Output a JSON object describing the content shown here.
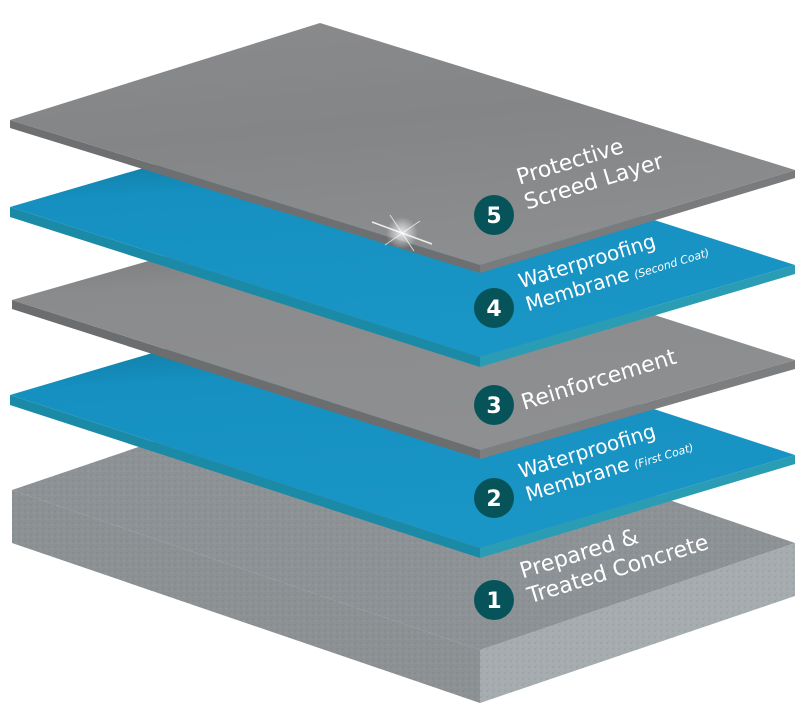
{
  "diagram": {
    "title": "Waterproofing system layers",
    "colors": {
      "badge": "#06545a",
      "gray_top": "#858688",
      "gray_side": "#6e6f71",
      "blue_top": "#1690c0",
      "blue_side": "#1e8fa8",
      "concrete_top": "#8f9498",
      "concrete_side": "#a7aeb2"
    },
    "layers": [
      {
        "number": "5",
        "line1": "Protective",
        "line2": "Screed Layer",
        "note": "",
        "material": "gray"
      },
      {
        "number": "4",
        "line1": "Waterproofing",
        "line2": "Membrane",
        "note": "(Second Coat)",
        "material": "blue"
      },
      {
        "number": "3",
        "line1": "Reinforcement",
        "line2": "",
        "note": "",
        "material": "gray"
      },
      {
        "number": "2",
        "line1": "Waterproofing",
        "line2": "Membrane",
        "note": "(First Coat)",
        "material": "blue"
      },
      {
        "number": "1",
        "line1": "Prepared &",
        "line2": "Treated Concrete",
        "note": "",
        "material": "concrete"
      }
    ]
  }
}
